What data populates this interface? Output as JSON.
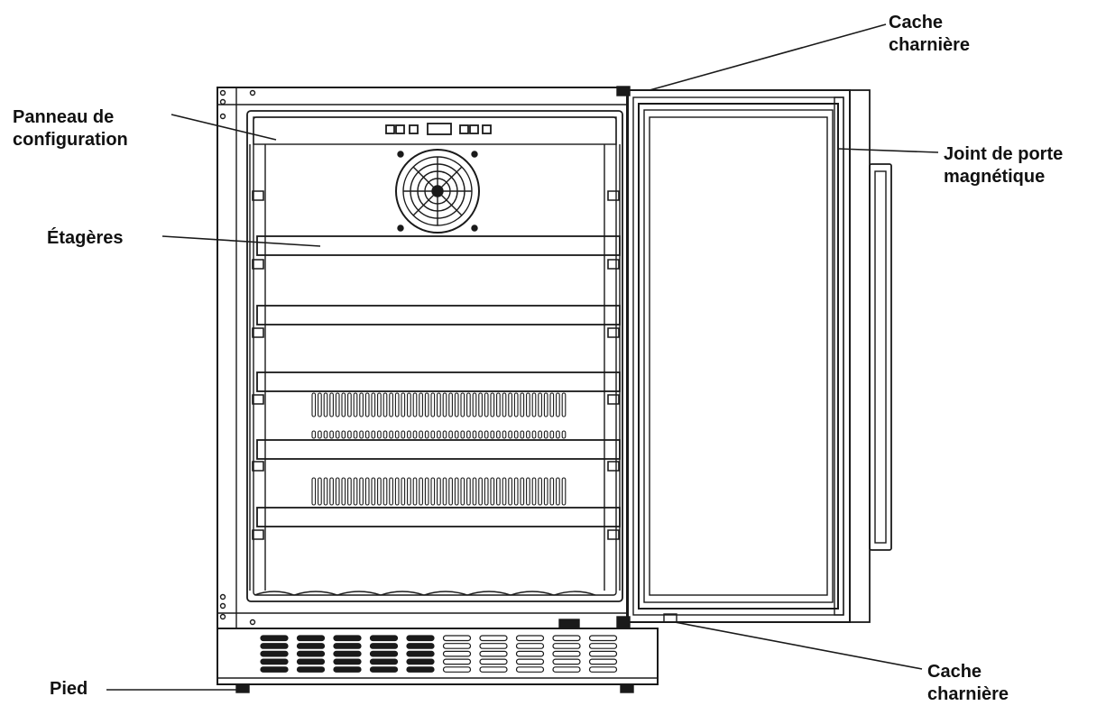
{
  "labels": {
    "hinge_top": [
      "Cache",
      "charnière"
    ],
    "control_panel": [
      "Panneau de",
      "configuration"
    ],
    "door_gasket": [
      "Joint de porte",
      "magnétique"
    ],
    "shelves": [
      "Étagères"
    ],
    "hinge_bottom": [
      "Cache",
      "charnière"
    ],
    "foot": [
      "Pied"
    ]
  },
  "colors": {
    "line": "#1a1a1a",
    "text": "#111111",
    "background": "#ffffff"
  }
}
